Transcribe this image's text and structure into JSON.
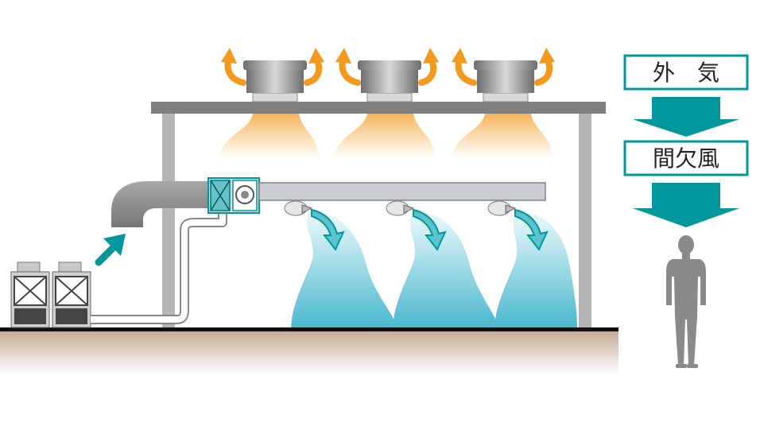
{
  "legend": {
    "outside_air_label": "外　気",
    "intermittent_wind_label": "間欠風"
  },
  "colors": {
    "teal": "#00979c",
    "teal_light": "#5cc3cc",
    "orange": "#f39a1e",
    "roof_gray": "#7f7f7f",
    "duct_gray": "#8c8c8c",
    "column_gray": "#b5b5b5",
    "floor_brown": "#b59a86"
  },
  "icons": [
    "roof-ventilator-fan",
    "spot-cooler-nozzle",
    "outdoor-condenser-unit",
    "air-handling-unit",
    "standing-person"
  ]
}
